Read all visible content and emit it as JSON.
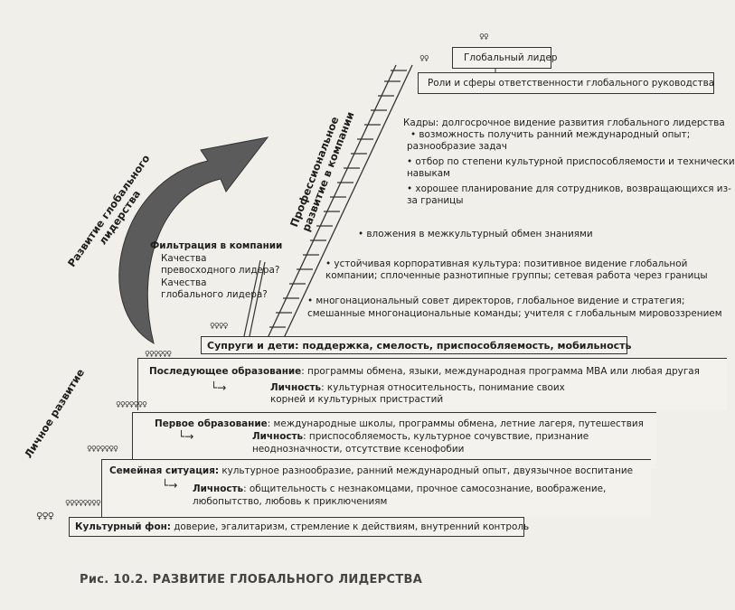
{
  "top": {
    "global_leader": "Глобальный лидер",
    "roles": "Роли и сферы ответственности глобального руководства"
  },
  "professional_label": [
    "Профессиональное",
    "развитие в компании"
  ],
  "global_dev_label": [
    "Развитие глобального",
    "лидерства"
  ],
  "personal_label": "Личное развитие",
  "cadres": [
    "Кадры: долгосрочное видение развития глобального лидерства",
    "• возможность получить ранний международный опыт;",
    "разнообразие задач",
    "• отбор по степени культурной приспособляемости и техническим",
    "навыкам",
    "• хорошее планирование для сотрудников, возвращающихся из-",
    "за границы"
  ],
  "investment": "• вложения в межкультурный обмен знаниями",
  "culture": [
    "• устойчивая корпоративная культура: позитивное видение глобальной",
    "компании; сплоченные разнотипные группы; сетевая работа через границы"
  ],
  "board": [
    "• многонациональный совет директоров, глобальное видение и стратегия;",
    "смешанные многонациональные команды; учителя с глобальным мировоззрением"
  ],
  "filtration": {
    "title": "Фильтрация в компании",
    "lines": [
      "Качества",
      "превосходного лидера?",
      "Качества",
      "глобального лидера?"
    ]
  },
  "spouses": "Супруги и дети: поддержка, смелость, приспособляемость, мобильность",
  "further_edu": {
    "label": "Последующее образование",
    "text": ": программы обмена, языки, международная программа MBA или любая другая",
    "personality_label": "Личность",
    "personality_lines": [
      ": культурная относительность, понимание своих",
      "корней и культурных пристрастий"
    ]
  },
  "first_edu": {
    "label": "Первое образование",
    "text": ": международные школы, программы обмена, летние лагеря, путешествия",
    "personality_label": "Личность",
    "personality_lines": [
      ": приспособляемость, культурное сочувствие, признание",
      "неоднозначности, отсутствие ксенофобии"
    ]
  },
  "family": {
    "label": "Семейная ситуация:",
    "text": " культурное разнообразие, ранний международный опыт, двуязычное воспитание",
    "personality_label": "Личность",
    "personality_lines": [
      ": общительность с незнакомцами, прочное самосознание, воображение,",
      "любопытство, любовь к приключениям"
    ]
  },
  "cultural_bg": {
    "label": "Культурный фон:",
    "text": " доверие, эгалитаризм, стремление к действиям, внутренний контроль"
  },
  "caption": "Рис. 10.2. РАЗВИТИЕ ГЛОБАЛЬНОГО ЛИДЕРСТВА",
  "icons": {
    "people": "person-figures-icon",
    "arrow": "curved-arrow-icon",
    "ladder": "ladder-icon",
    "pointer": "right-angle-arrow-icon"
  },
  "colors": {
    "arrow": "#5b5b5b",
    "line": "#333333",
    "paper": "#f1efe9"
  }
}
